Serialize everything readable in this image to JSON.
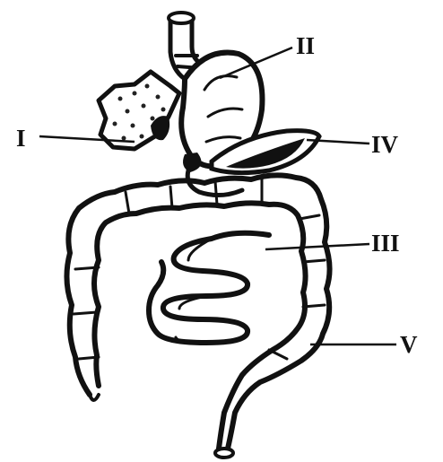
{
  "diagram": {
    "labels": [
      {
        "id": "I",
        "text": "I"
      },
      {
        "id": "II",
        "text": "II"
      },
      {
        "id": "III",
        "text": "III"
      },
      {
        "id": "IV",
        "text": "IV"
      },
      {
        "id": "V",
        "text": "V"
      }
    ]
  },
  "colors": {
    "ink": "#111111",
    "paper": "#ffffff"
  }
}
